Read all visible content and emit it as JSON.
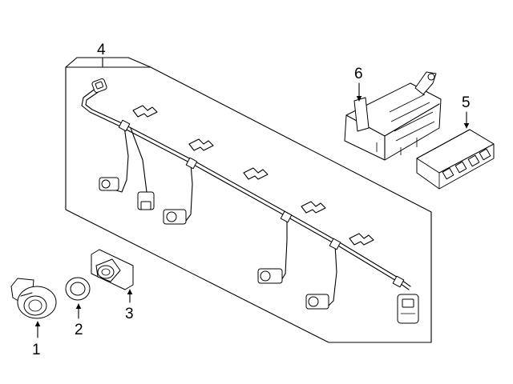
{
  "diagram": {
    "callouts": [
      {
        "id": "sensor",
        "number": "1"
      },
      {
        "id": "ring",
        "number": "2"
      },
      {
        "id": "bracket",
        "number": "3"
      },
      {
        "id": "harness",
        "number": "4"
      },
      {
        "id": "module",
        "number": "5"
      },
      {
        "id": "module-bracket",
        "number": "6"
      }
    ]
  }
}
